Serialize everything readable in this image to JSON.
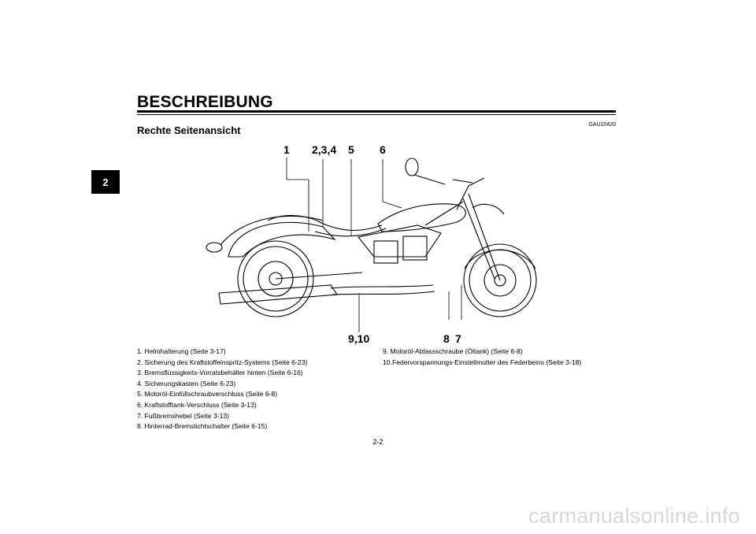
{
  "chapter_tab": "2",
  "title": "BESCHREIBUNG",
  "doc_code": "GAU10420",
  "subtitle": "Rechte Seitenansicht",
  "callouts": {
    "c1": "1",
    "c234": "2,3,4",
    "c5": "5",
    "c6": "6",
    "c910": "9,10",
    "c8": "8",
    "c7": "7"
  },
  "legend_left": [
    "1.  Helmhalterung (Seite 3-17)",
    "2.  Sicherung des Kraftstoffeinspritz-Systems (Seite 6-23)",
    "3.  Bremsflüssigkeits-Vorratsbehälter hinten (Seite 6-16)",
    "4.  Sicherungskasten (Seite 6-23)",
    "5.  Motoröl-Einfüllschraubverschluss (Seite 6-8)",
    "6.  Kraftstofftank-Verschluss (Seite 3-13)",
    "7.  Fußbremshebel (Seite 3-13)",
    "8.  Hinterrad-Bremslichtschalter (Seite 6-15)"
  ],
  "legend_right": [
    "9.  Motoröl-Ablassschraube (Öltank) (Seite 6-8)",
    "10.Federvorspannungs-Einstellmutter des Federbeins (Seite 3-18)"
  ],
  "page_number": "2-2",
  "watermark": "carmanualsonline.info"
}
